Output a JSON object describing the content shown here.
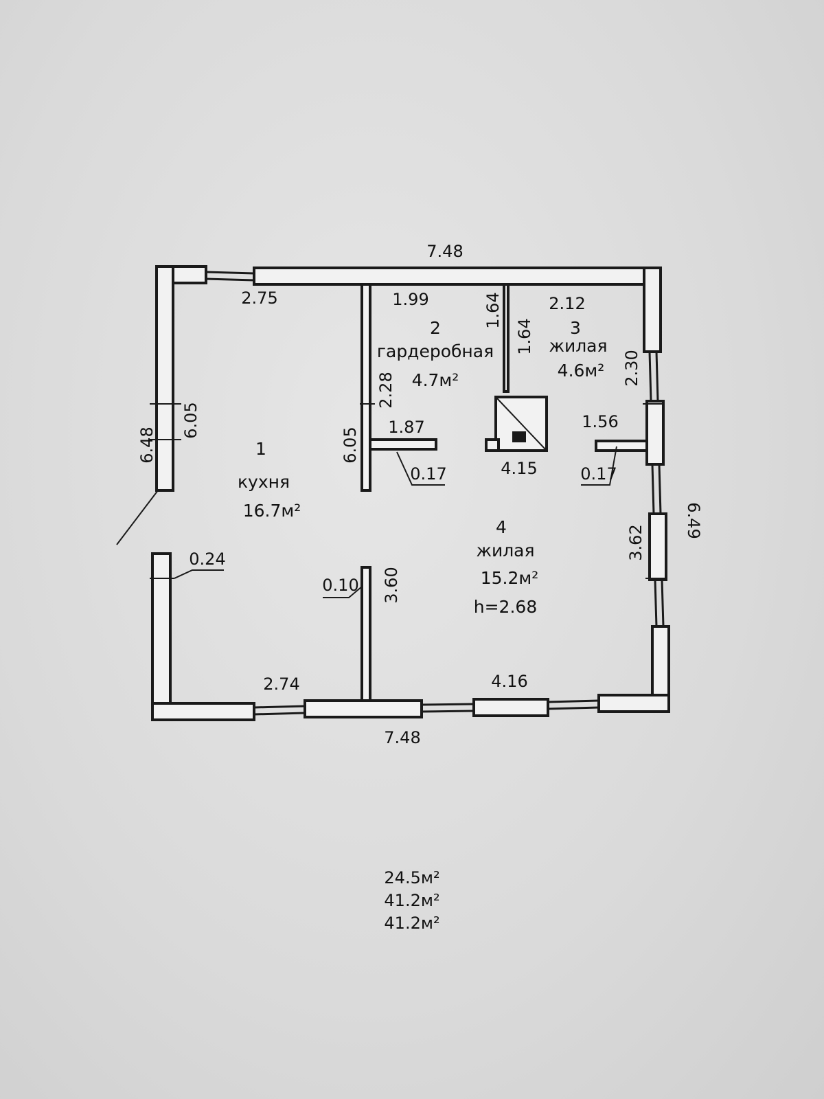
{
  "rooms": [
    {
      "number": "1",
      "name": "кухня",
      "area": "16.7м²"
    },
    {
      "number": "2",
      "name": "гардеробная",
      "area": "4.7м²"
    },
    {
      "number": "3",
      "name": "жилая",
      "area": "4.6м²"
    },
    {
      "number": "4",
      "name": "жилая",
      "area": "15.2м²",
      "height": "h=2.68"
    }
  ],
  "dimensions": {
    "top_overall": "7.48",
    "bottom_overall": "7.48",
    "kitchen_top": "2.75",
    "wardrobe_top": "1.99",
    "living3_top": "2.12",
    "partition_vertical_a": "1.64",
    "partition_vertical_b": "1.64",
    "left_outer": "6.48",
    "left_inner": "6.05",
    "partition_left_height": "6.05",
    "wardrobe_side": "2.28",
    "wardrobe_bottom": "1.87",
    "partition_thickness_a": "0.17",
    "stove_width": "4.15",
    "living3_bottom": "1.56",
    "partition_thickness_b": "0.17",
    "right_upper": "2.30",
    "right_outer": "6.49",
    "right_lower": "3.62",
    "wall_thickness": "0.24",
    "partition_thickness_c": "0.10",
    "partition_lower_height": "3.60",
    "kitchen_bottom": "2.74",
    "living4_bottom": "4.16"
  },
  "totals": {
    "living_area": "24.5м²",
    "total_area": "41.2м²",
    "total_area_2": "41.2м²"
  }
}
